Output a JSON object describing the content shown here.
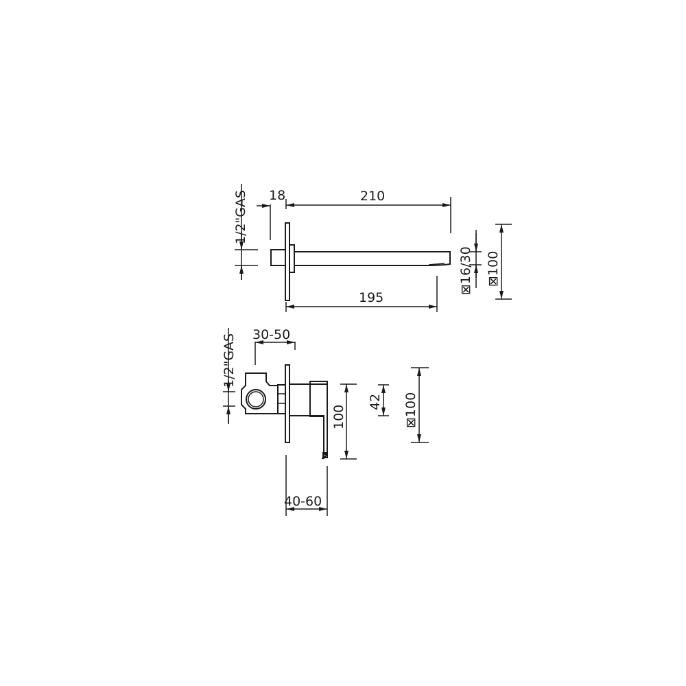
{
  "drawing": {
    "colors": {
      "line": "#1a1a1a",
      "background": "#ffffff"
    },
    "spout_view": {
      "dims": {
        "thread": "1/2\"GAS",
        "plate_offset": "18",
        "overall_length": "210",
        "spout_length": "195",
        "spout_section": "⊠16/30",
        "plate_size": "⊠100"
      }
    },
    "mixer_view": {
      "dims": {
        "thread": "1/2\"GAS",
        "body_depth": "30-50",
        "lever_height": "100",
        "handle_width": "42",
        "plate_size": "⊠100",
        "projection": "40-60"
      }
    }
  }
}
